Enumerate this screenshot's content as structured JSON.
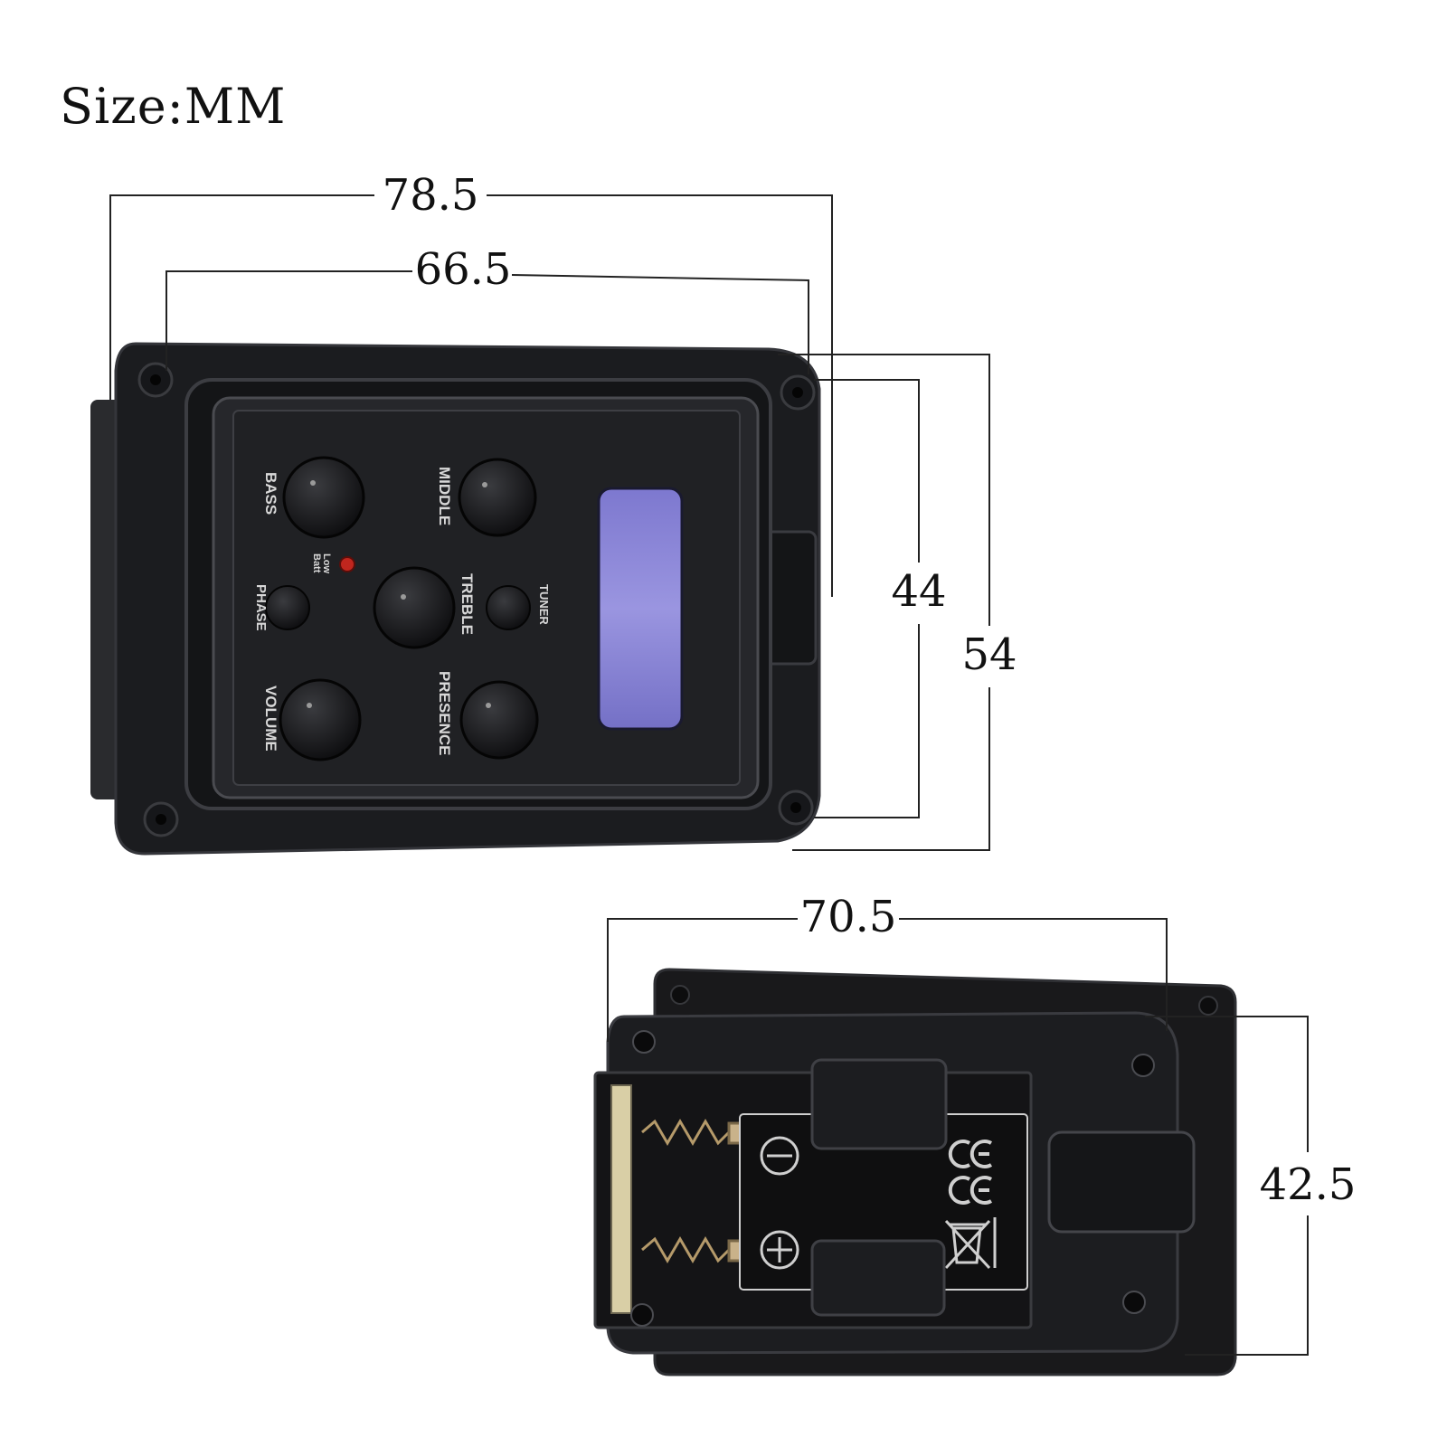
{
  "title": "Size:MM",
  "dimensions": {
    "front_outer_width": "78.5",
    "front_hole_width": "66.5",
    "front_hole_height": "44",
    "front_outer_height": "54",
    "back_width": "70.5",
    "back_height": "42.5"
  },
  "panel_labels": {
    "bass": "BASS",
    "middle": "MIDDLE",
    "low_batt_1": "Low",
    "low_batt_2": "Batt",
    "phase": "PHASE",
    "treble": "TREBLE",
    "tuner": "TUNER",
    "volume": "VOLUME",
    "presence": "PRESENCE"
  },
  "colors": {
    "body": "#1b1c1f",
    "panel": "#202124",
    "display": "#8b86d6",
    "led": "#c0261e",
    "dimension_line": "#222222"
  }
}
